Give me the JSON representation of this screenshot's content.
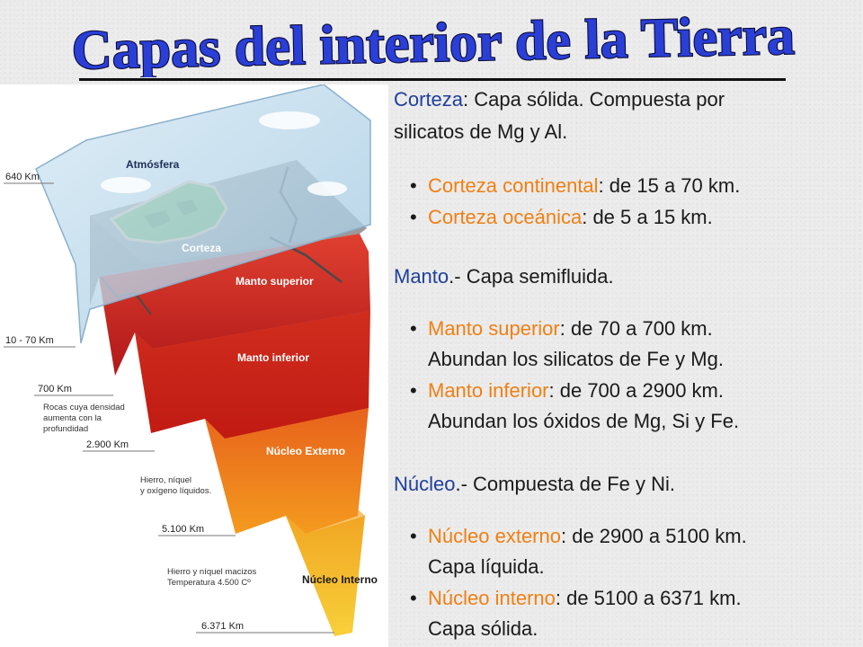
{
  "title": "Capas del interior de la Tierra",
  "colors": {
    "title_fill": "#2a3fd6",
    "title_outline": "#0a0a3a",
    "term": "#1f3f9c",
    "subterm": "#f07f12"
  },
  "figure": {
    "labels": {
      "atmosfera": "Atmósfera",
      "corteza": "Corteza",
      "manto_superior": "Manto superior",
      "manto_inferior": "Manto inferior",
      "nucleo_externo": "Núcleo Externo",
      "nucleo_interno": "Núcleo Interno",
      "d640": "640 Km",
      "d10_70": "10 - 70 Km",
      "d700": "700 Km",
      "rocas1": "Rocas cuya densidad",
      "rocas2": "aumenta con la",
      "rocas3": "profundidad",
      "d2900": "2.900 Km",
      "hierro1": "Hierro, níquel",
      "hierro2": "y oxígeno líquidos.",
      "d5100": "5.100 Km",
      "macizos1": "Hierro y níquel macizos",
      "macizos2": "Temperatura  4.500  Cº",
      "d6371": "6.371 Km"
    }
  },
  "text": {
    "corteza": {
      "term": "Corteza",
      "rest1": ": Capa sólida. Compuesta por",
      "line2": "silicatos de Mg y Al."
    },
    "corteza_bullets": [
      {
        "term": "Corteza continental",
        "rest": ": de 15 a 70 km."
      },
      {
        "term": "Corteza oceánica",
        "rest": ": de 5 a 15 km."
      }
    ],
    "manto": {
      "term": "Manto",
      "rest": ".- Capa semifluida."
    },
    "manto_bullets": [
      {
        "term": "Manto superior",
        "rest": ": de 70 a 700 km.",
        "cont": "Abundan los silicatos de Fe y Mg."
      },
      {
        "term": "Manto inferior",
        "rest": ": de 700 a 2900 km.",
        "cont": "Abundan los óxidos de Mg, Si y Fe."
      }
    ],
    "nucleo": {
      "term": "Núcleo",
      "rest": ".- Compuesta de Fe y Ni."
    },
    "nucleo_bullets": [
      {
        "term": "Núcleo externo",
        "rest": ": de 2900 a 5100 km.",
        "cont": "Capa líquida."
      },
      {
        "term": "Núcleo interno",
        "rest": ": de 5100 a 6371 km.",
        "cont": "Capa sólida."
      }
    ],
    "bullet_glyph": "•"
  }
}
